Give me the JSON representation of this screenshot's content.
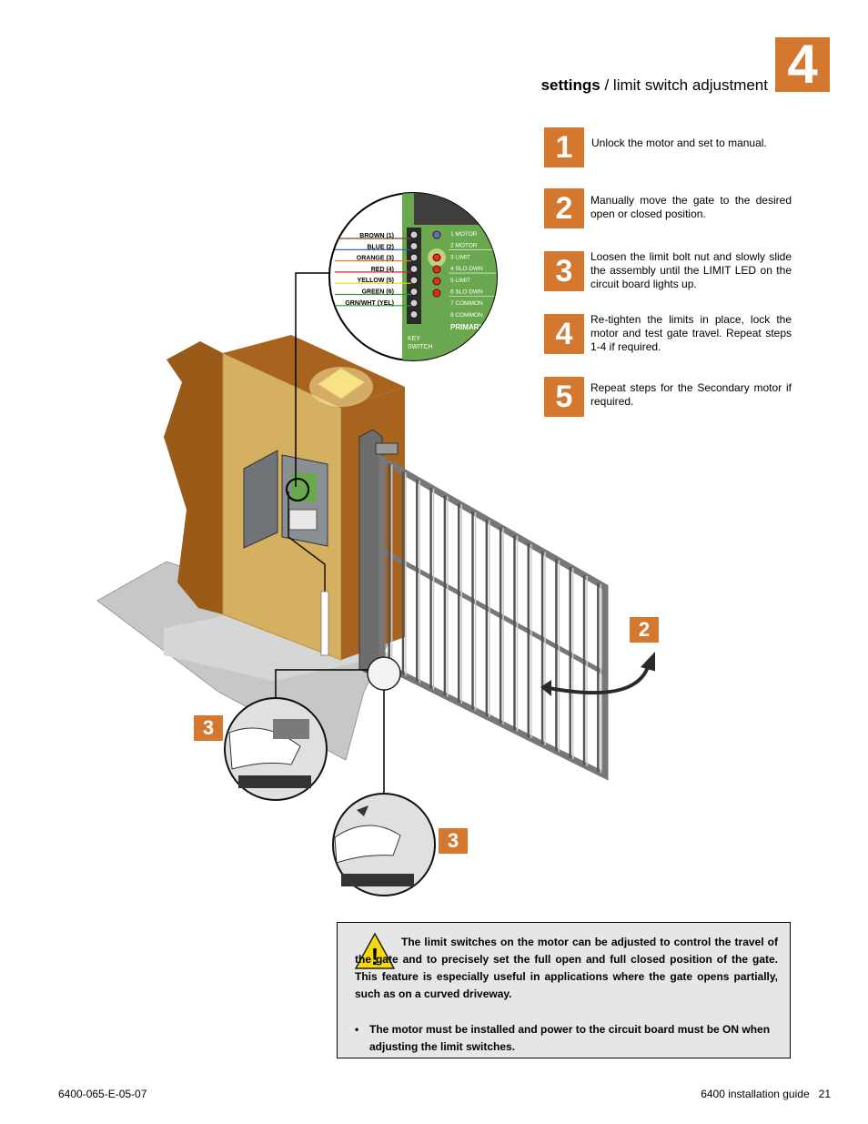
{
  "header": {
    "section_bold": "settings",
    "section_rest": " / limit switch adjustment",
    "chapter_number": "4"
  },
  "steps": [
    {
      "number": "1",
      "text": "Unlock the motor and set to manual."
    },
    {
      "number": "2",
      "text": "Manually move the gate to the desired open or closed position."
    },
    {
      "number": "3",
      "text": "Loosen the limit bolt nut and slowly slide the assembly until the LIMIT LED on the circuit board lights up."
    },
    {
      "number": "4",
      "text": "Re-tighten the limits in place, lock the motor and test gate travel.  Repeat steps 1-4 if required."
    },
    {
      "number": "5",
      "text": "Repeat steps for the Secondary motor if required."
    }
  ],
  "illustration": {
    "wires": [
      "BROWN (1)",
      "BLUE (2)",
      "ORANGE (3)",
      "RED (4)",
      "YELLOW (5)",
      "GREEN (6)",
      "GRN/WHT (YEL)"
    ],
    "wire_colors": [
      "#7a4a1e",
      "#2a4fd0",
      "#e6781e",
      "#d42020",
      "#e8d800",
      "#2a9a2a",
      "#2a9a2a"
    ],
    "terminals": [
      "1 MOTOR",
      "2 MOTOR",
      "3 LIMIT",
      "4 SLO DWN",
      "5 LIMIT",
      "6 SLO DWN",
      "7 COMMON",
      "8 COMMON"
    ],
    "board_label": "PRIMARY",
    "key_switch_1": "KEY",
    "key_switch_2": "SWITCH",
    "callout_gate": "2",
    "callout_left": "3",
    "callout_bottom": "3"
  },
  "note": {
    "paragraph": "The limit switches on the motor can be adjusted to control the travel of the gate and to precisely set the full open and full closed position of the gate.  This feature is especially useful in applications where the gate opens partially, such as on a curved driveway.",
    "bullet_marker": "•",
    "bullet": "The motor must be installed and power to the circuit board must be ON when adjusting the limit switches.",
    "warning_symbol": "!"
  },
  "footer": {
    "doc_code": "6400-065-E-05-07",
    "guide": "6400 installation guide",
    "page": "21"
  },
  "colors": {
    "accent": "#d5782f",
    "pillar": "#d4b060",
    "pillar_dark": "#9a5a18",
    "board_green": "#6aa84f",
    "note_bg": "#e6e6e6",
    "warning_yellow": "#f5d90a"
  }
}
